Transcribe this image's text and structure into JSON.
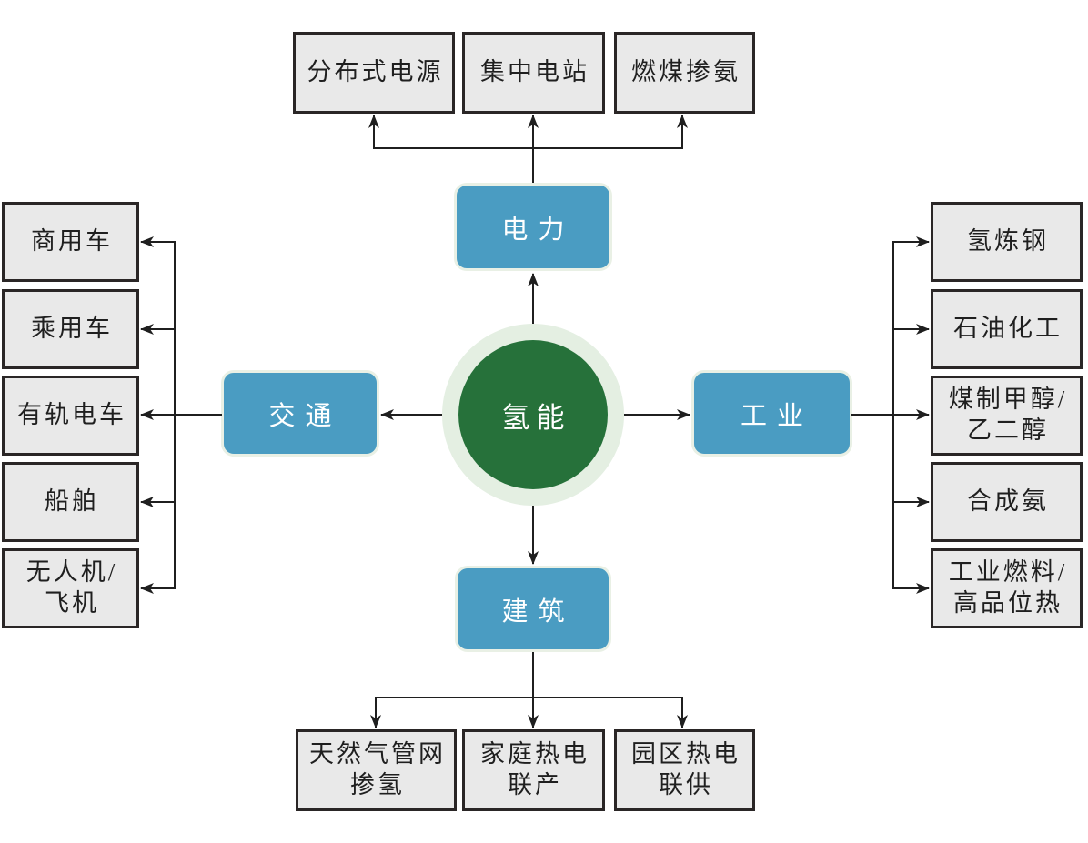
{
  "diagram": {
    "center": {
      "label": "氢能"
    },
    "hubs": {
      "power": "电力",
      "transport": "交通",
      "industry": "工业",
      "building": "建筑"
    },
    "power_leaves": [
      "分布式电源",
      "集中电站",
      "燃煤掺氨"
    ],
    "transport_leaves": [
      "商用车",
      "乘用车",
      "有轨电车",
      "船舶",
      "无人机/\n飞机"
    ],
    "industry_leaves": [
      "氢炼钢",
      "石油化工",
      "煤制甲醇/\n乙二醇",
      "合成氨",
      "工业燃料/\n高品位热"
    ],
    "building_leaves": [
      "天然气管网\n掺氢",
      "家庭热电\n联产",
      "园区热电\n联供"
    ]
  },
  "colors": {
    "background": "#ffffff",
    "hub_fill": "#4a9cc2",
    "hub_outline": "#e9f0e5",
    "hub_text": "#ffffff",
    "center_fill": "#26713a",
    "center_halo": "#e4efe2",
    "center_text": "#ffffff",
    "leaf_fill": "#e9e9e9",
    "leaf_border": "#2a2626",
    "leaf_text": "#1f1f1f",
    "line": "#1f1f1f"
  }
}
